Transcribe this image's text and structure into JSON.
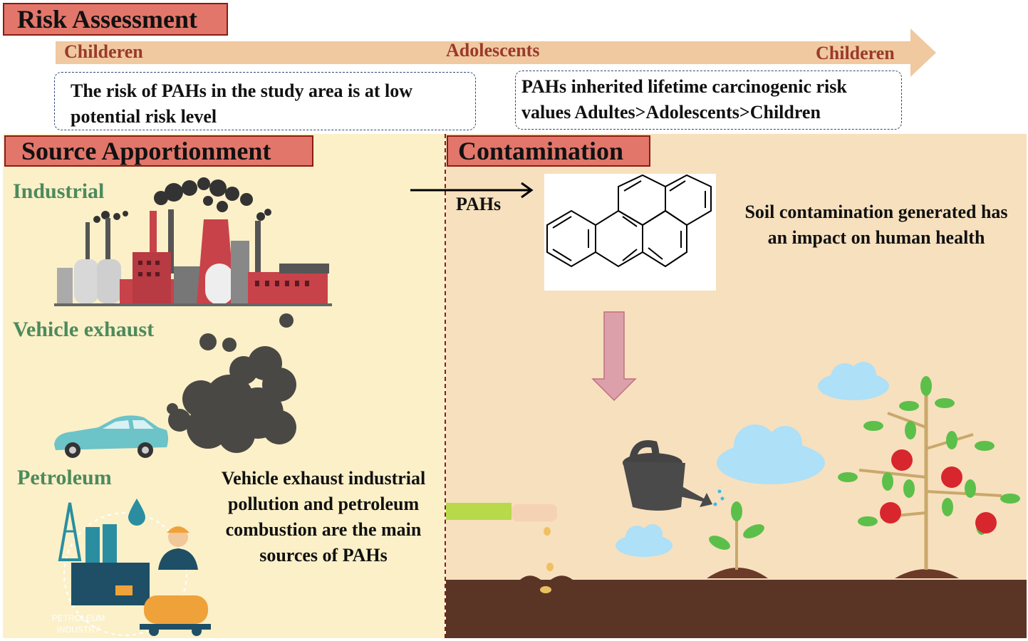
{
  "risk": {
    "title": "Risk Assessment",
    "arrow_labels": [
      "Childeren",
      "Adolescents",
      "Childeren"
    ],
    "box_left": "The risk of PAHs in the study area is at low potential risk level",
    "box_right": "PAHs inherited lifetime carcinogenic risk values Adultes>Adolescents>Children"
  },
  "source": {
    "title": "Source Apportionment",
    "industrial": "Industrial",
    "vehicle": "Vehicle exhaust",
    "petroleum": "Petroleum",
    "petroleum_icon_text": "PETROLEUM INDUSTRY",
    "summary": "Vehicle exhaust industrial pollution and petroleum combustion are the main sources of PAHs"
  },
  "contamination": {
    "title": "Contamination",
    "pahs_label": "PAHs",
    "impact": "Soil contamination generated has an impact on human health"
  },
  "colors": {
    "title_fill": "#e2766a",
    "arrow": "#f0c9a0",
    "left_panel": "#fbf0c8",
    "right_panel": "#f7e0be",
    "soil": "#5a3526",
    "label_green": "#4d8a5c"
  }
}
